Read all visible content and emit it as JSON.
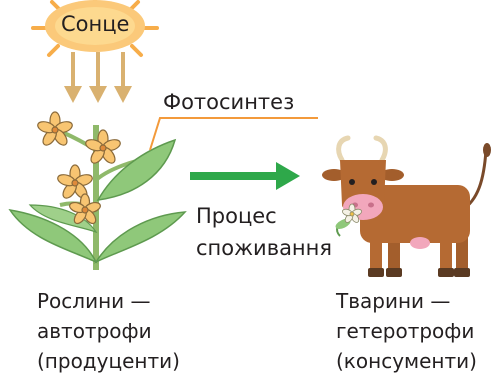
{
  "labels": {
    "sun": "Сонце",
    "photosynthesis": "Фотосинтез",
    "process_line1": "Процес",
    "process_line2": "споживання"
  },
  "captions": {
    "plants": {
      "line1": "Рослини —",
      "line2": "автотрофи",
      "line3": "(продуценти)"
    },
    "animals": {
      "line1": "Тварини —",
      "line2": "гетеротрофи",
      "line3": "(консументи)"
    }
  },
  "colors": {
    "sun": "#fbc97a",
    "sun_ray": "#f7ad4a",
    "light_arrow": "#d9b170",
    "leader_line": "#f39a3b",
    "arrow_green": "#2ea84a",
    "leaf": "#8fc87a",
    "stem": "#8fb96a",
    "flower": "#f8c572",
    "cow_body": "#b56a33",
    "cow_muzzle": "#f2a7bc"
  }
}
